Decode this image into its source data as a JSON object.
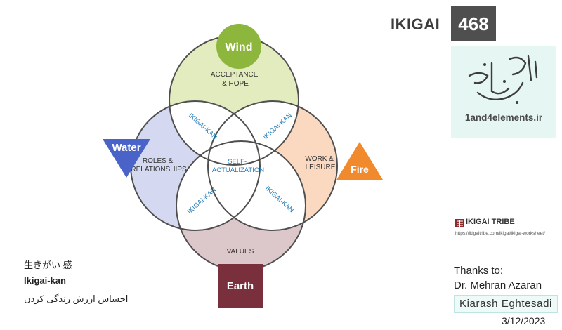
{
  "header": {
    "title_word": "IKIGAI",
    "issue_number": "468"
  },
  "logo": {
    "site": "1and4elements.ir",
    "art_text": "آچار عنصر ۱"
  },
  "diagram": {
    "circles": [
      {
        "name": "top",
        "label_lines": [
          "ACCEPTANCE",
          "& HOPE"
        ],
        "color": "#e3ecbe"
      },
      {
        "name": "left",
        "label_lines": [
          "ROLES &",
          "RELATIONSHIPS"
        ],
        "color": "#d4d8f0"
      },
      {
        "name": "right",
        "label_lines": [
          "WORK &",
          "LEISURE"
        ],
        "color": "#fbd8c0"
      },
      {
        "name": "bottom",
        "label_lines": [
          "VALUES"
        ],
        "color": "#dcc7cb"
      }
    ],
    "overlap_label": "IKIGAI-KAN",
    "center_lines": [
      "SELF-",
      "ACTUALIZATION"
    ],
    "elements": [
      {
        "name": "wind",
        "label": "Wind",
        "color": "#8db63c"
      },
      {
        "name": "water",
        "label": "Water",
        "color": "#4a63c8"
      },
      {
        "name": "fire",
        "label": "Fire",
        "color": "#f08a2c"
      },
      {
        "name": "earth",
        "label": "Earth",
        "color": "#7a2f3c"
      }
    ],
    "stroke_color": "#4f4f4f"
  },
  "source": {
    "brand": "IKIGAI TRIBE",
    "url": "https://ikigaitribe.com/ikigai/ikigai-worksheet/"
  },
  "notes": {
    "japanese": "生きがい 感",
    "english": "Ikigai-kan",
    "persian": "احساس ارزش زندگی کردن"
  },
  "credits": {
    "thanks_label": "Thanks to:",
    "thanks_name": "Dr. Mehran Azaran",
    "author": "Kiarash Eghtesadi",
    "date": "3/12/2023"
  }
}
